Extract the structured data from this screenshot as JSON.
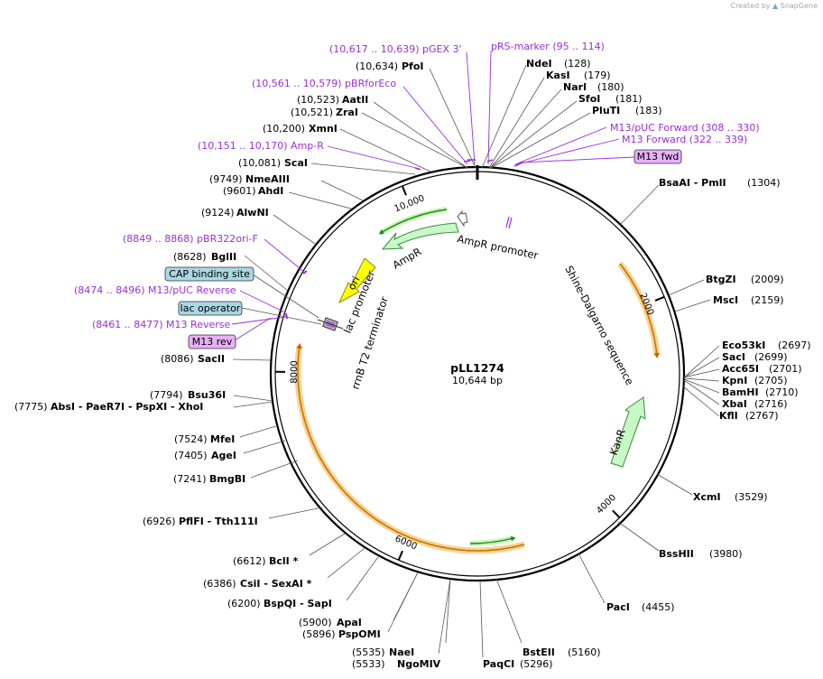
{
  "header": {
    "created_by": "Created by",
    "brand": "SnapGene"
  },
  "plasmid": {
    "name": "pLL1274",
    "size_label": "10,644 bp",
    "length": 10644
  },
  "ticks": [
    {
      "pos": 2000,
      "label": "2000"
    },
    {
      "pos": 4000,
      "label": "4000"
    },
    {
      "pos": 6000,
      "label": "6000"
    },
    {
      "pos": 8000,
      "label": "8000"
    },
    {
      "pos": 10000,
      "label": "10,000"
    }
  ],
  "sites": [
    {
      "pos": 10634,
      "name": "PfoI",
      "coord": "(10,634)"
    },
    {
      "pos": 128,
      "name": "NdeI",
      "coord": "(128)"
    },
    {
      "pos": 179,
      "name": "KasI",
      "coord": "(179)"
    },
    {
      "pos": 180,
      "name": "NarI",
      "coord": "(180)"
    },
    {
      "pos": 181,
      "name": "SfoI",
      "coord": "(181)"
    },
    {
      "pos": 183,
      "name": "PluTI",
      "coord": "(183)"
    },
    {
      "pos": 1304,
      "name": "BsaAI  - PmlI",
      "coord": "(1304)"
    },
    {
      "pos": 2009,
      "name": "BtgZI",
      "coord": "(2009)"
    },
    {
      "pos": 2159,
      "name": "MscI",
      "coord": "(2159)"
    },
    {
      "pos": 2697,
      "name": "Eco53kI",
      "coord": "(2697)"
    },
    {
      "pos": 2699,
      "name": "SacI",
      "coord": "(2699)"
    },
    {
      "pos": 2701,
      "name": "Acc65I",
      "coord": "(2701)"
    },
    {
      "pos": 2705,
      "name": "KpnI",
      "coord": "(2705)"
    },
    {
      "pos": 2710,
      "name": "BamHI",
      "coord": "(2710)"
    },
    {
      "pos": 2716,
      "name": "XbaI",
      "coord": "(2716)"
    },
    {
      "pos": 2767,
      "name": "KflI",
      "coord": "(2767)"
    },
    {
      "pos": 3529,
      "name": "XcmI",
      "coord": "(3529)"
    },
    {
      "pos": 3980,
      "name": "BssHII",
      "coord": "(3980)"
    },
    {
      "pos": 4455,
      "name": "PacI",
      "coord": "(4455)"
    },
    {
      "pos": 5160,
      "name": "BstEII",
      "coord": "(5160)"
    },
    {
      "pos": 5296,
      "name": "PaqCI",
      "coord": "(5296)"
    },
    {
      "pos": 5535,
      "name": "NaeI",
      "coord": "(5535)"
    },
    {
      "pos": 5533,
      "name": "NgoMIV",
      "coord": "(5533)"
    },
    {
      "pos": 5900,
      "name": "ApaI",
      "coord": "(5900)"
    },
    {
      "pos": 5896,
      "name": "PspOMI",
      "coord": "(5896)"
    },
    {
      "pos": 6200,
      "name": "BspQI  - SapI",
      "coord": "(6200)"
    },
    {
      "pos": 6386,
      "name": "CsiI  - SexAI *",
      "coord": "(6386)"
    },
    {
      "pos": 6612,
      "name": "BclI *",
      "coord": "(6612)"
    },
    {
      "pos": 6926,
      "name": "PflFI  - Tth111I",
      "coord": "(6926)"
    },
    {
      "pos": 7241,
      "name": "BmgBI",
      "coord": "(7241)"
    },
    {
      "pos": 7405,
      "name": "AgeI",
      "coord": "(7405)"
    },
    {
      "pos": 7524,
      "name": "MfeI",
      "coord": "(7524)"
    },
    {
      "pos": 7794,
      "name": "Bsu36I",
      "coord": "(7794)"
    },
    {
      "pos": 7775,
      "name": "AbsI  - PaeR7I  - PspXI  - XhoI",
      "coord": "(7775)"
    },
    {
      "pos": 8086,
      "name": "SacII",
      "coord": "(8086)"
    },
    {
      "pos": 8628,
      "name": "BglII",
      "coord": "(8628)"
    },
    {
      "pos": 9124,
      "name": "AlwNI",
      "coord": "(9124)"
    },
    {
      "pos": 9601,
      "name": "AhdI",
      "coord": "(9601)"
    },
    {
      "pos": 9749,
      "name": "NmeAIII",
      "coord": "(9749)"
    },
    {
      "pos": 10081,
      "name": "ScaI",
      "coord": "(10,081)"
    },
    {
      "pos": 10200,
      "name": "XmnI",
      "coord": "(10,200)"
    },
    {
      "pos": 10521,
      "name": "ZraI",
      "coord": "(10,521)"
    },
    {
      "pos": 10523,
      "name": "AatII",
      "coord": "(10,523)"
    }
  ],
  "primers": [
    {
      "pos": 10628,
      "label": "(10,617 .. 10,639)  pGEX 3'"
    },
    {
      "pos": 104,
      "label": "pRS-marker     (95 .. 114)"
    },
    {
      "pos": 10570,
      "label": "(10,561 .. 10,579)  pBRforEco"
    },
    {
      "pos": 319,
      "label": "M13/pUC Forward     (308 .. 330)"
    },
    {
      "pos": 330,
      "label": "M13 Forward     (322 .. 339)"
    },
    {
      "pos": 10160,
      "label": "(10,151 .. 10,170)  Amp-R"
    },
    {
      "pos": 8858,
      "label": "(8849 .. 8868)  pBR322ori-F"
    },
    {
      "pos": 8485,
      "label": "(8474 .. 8496)  M13/pUC Reverse"
    },
    {
      "pos": 8469,
      "label": "(8461 .. 8477)  M13 Reverse"
    }
  ],
  "boxed_features": [
    {
      "pos": 330,
      "label": "M13 fwd",
      "color": "#e7b0f7"
    },
    {
      "pos": 8440,
      "label": "CAP binding site",
      "color": "#a9d7e3"
    },
    {
      "pos": 8450,
      "label": "lac operator",
      "color": "#a9d7e3"
    },
    {
      "pos": 8469,
      "label": "M13 rev",
      "color": "#e7b0f7"
    }
  ],
  "inner_features": [
    {
      "label": "AmpR promoter",
      "color": "#c9c9c9"
    },
    {
      "label": "AmpR",
      "color": "#c8f7c8"
    },
    {
      "label": "ori",
      "color": "#ffff00"
    },
    {
      "label": "lac promoter",
      "color": "#c9c9c9"
    },
    {
      "label": "rrnB T2 terminator",
      "color": "#c9c9c9"
    },
    {
      "label": "Shine-Dalgarno sequence",
      "color": "#c9c9c9"
    },
    {
      "label": "KanR",
      "color": "#c8f7c8"
    }
  ],
  "colors": {
    "primer": "#9a2fd6",
    "orf": "#f0b860",
    "gene": "#c8f7c8",
    "ori": "#ffff00",
    "backbone": "#000000"
  }
}
